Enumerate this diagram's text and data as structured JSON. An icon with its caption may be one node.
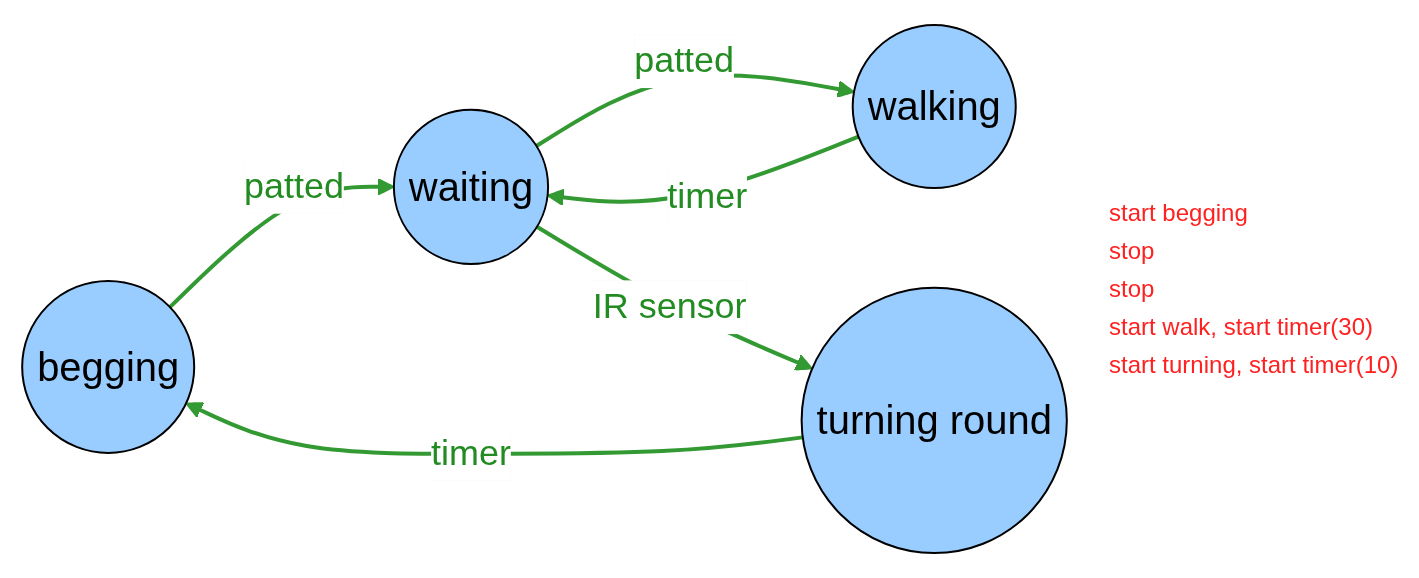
{
  "diagram": {
    "nodes": [
      {
        "text": [
          "begging"
        ]
      },
      {
        "text": [
          "walking"
        ]
      },
      {
        "text": [
          "waiting"
        ]
      },
      {
        "text": [
          "turning round"
        ]
      }
    ],
    "edges": [
      {
        "from": 1,
        "to": 2,
        "arrow": "to",
        "label": "timer"
      },
      {
        "from": 2,
        "to": 1,
        "arrow": "to",
        "label": "patted"
      },
      {
        "from": 0,
        "to": 2,
        "arrow": "to",
        "label": "patted"
      },
      {
        "from": 2,
        "to": 3,
        "arrow": "to",
        "label": "IR sensor"
      },
      {
        "from": 3,
        "to": 0,
        "arrow": "to",
        "label": "timer"
      }
    ],
    "labels": [
      "start begging",
      "stop",
      "stop",
      "start walk, start timer(30)",
      "start turning, start timer(10)"
    ]
  }
}
